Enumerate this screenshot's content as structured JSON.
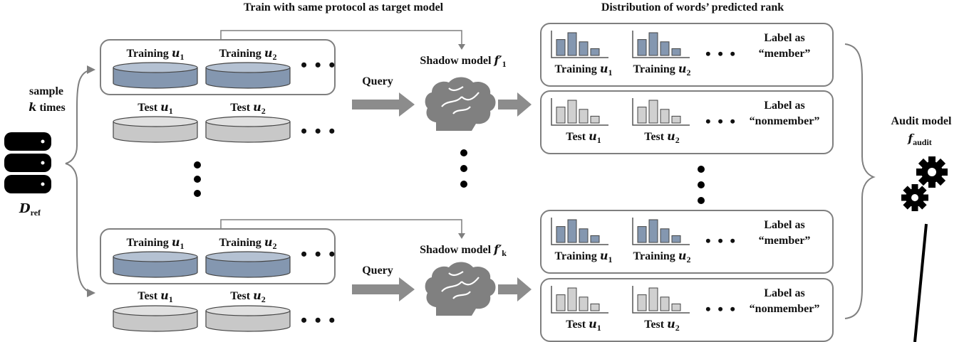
{
  "header": {
    "train_protocol": "Train with same protocol as target model",
    "distribution": "Distribution of words’ predicted rank"
  },
  "left": {
    "sample_line1": "sample",
    "sample_k": "k",
    "sample_times": "times",
    "dref_main": "D",
    "dref_sub": "ref"
  },
  "groups": [
    {
      "training_prefix": "Training",
      "test_prefix": "Test",
      "u1": "u",
      "u1_sub": "1",
      "u2": "u",
      "u2_sub": "2",
      "ellipsis": "• • •",
      "query": "Query",
      "shadow_label": "Shadow model",
      "shadow_var": "f′",
      "shadow_sub": "1"
    },
    {
      "training_prefix": "Training",
      "test_prefix": "Test",
      "u1": "u",
      "u1_sub": "1",
      "u2": "u",
      "u2_sub": "2",
      "ellipsis": "• • •",
      "query": "Query",
      "shadow_label": "Shadow model",
      "shadow_var": "f′",
      "shadow_sub": "k"
    }
  ],
  "dist_boxes": [
    {
      "kind": "member",
      "label_a": "Label as",
      "label_b": "“member”",
      "c1": "Training",
      "c2": "Training",
      "ellipsis": "• • •"
    },
    {
      "kind": "nonmember",
      "label_a": "Label as",
      "label_b": "“nonmember”",
      "c1": "Test",
      "c2": "Test",
      "ellipsis": "• • •"
    },
    {
      "kind": "member",
      "label_a": "Label as",
      "label_b": "“member”",
      "c1": "Training",
      "c2": "Training",
      "ellipsis": "• • •"
    },
    {
      "kind": "nonmember",
      "label_a": "Label as",
      "label_b": "“nonmember”",
      "c1": "Test",
      "c2": "Test",
      "ellipsis": "• • •"
    }
  ],
  "audit": {
    "title": "Audit model",
    "var": "f",
    "sub": "audit"
  },
  "colors": {
    "training_fill": "#8497b0",
    "training_top": "#b4c1d2",
    "test_fill": "#c8c8c8",
    "test_top": "#e0e0e0",
    "arrow": "#8c8c8c",
    "line": "#7f7f7f",
    "bar_member": "#8497b0",
    "bar_nonmember": "#d0d0d0"
  },
  "icons": [
    "database-icon",
    "brain-icon",
    "gear-icon",
    "bar-chart-icon"
  ]
}
